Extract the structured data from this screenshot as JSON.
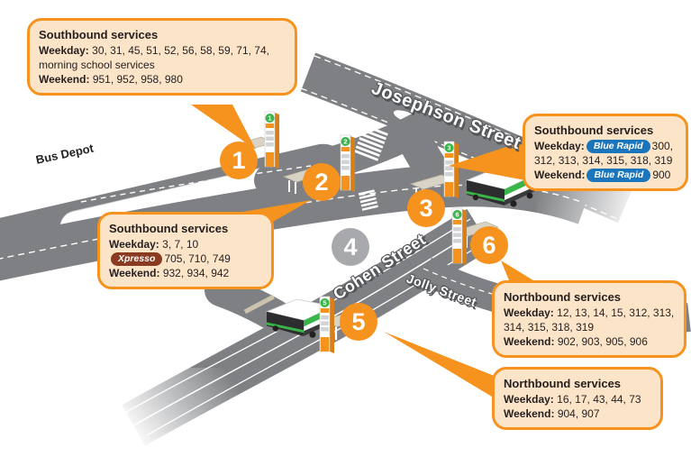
{
  "map": {
    "streets": [
      {
        "name": "Josephson Street"
      },
      {
        "name": "Cohen Street"
      },
      {
        "name": "Jolly Street"
      }
    ],
    "areas": [
      {
        "name": "Bus Depot"
      }
    ],
    "stops": [
      {
        "number": "1"
      },
      {
        "number": "2"
      },
      {
        "number": "3"
      },
      {
        "number": "4"
      },
      {
        "number": "5"
      },
      {
        "number": "6"
      }
    ]
  },
  "callouts": [
    {
      "title": "Southbound services",
      "weekday_label": "Weekday:",
      "weekday_services": "30, 31, 45, 51, 52, 56, 58, 59, 71, 74, morning school services",
      "weekend_label": "Weekend:",
      "weekend_services": "951, 952, 958, 980"
    },
    {
      "title": "Southbound services",
      "weekday_label": "Weekday:",
      "weekday_badge": "Blue Rapid",
      "weekday_services": "300, 312, 313, 314, 315, 318, 319",
      "weekend_label": "Weekend:",
      "weekend_badge": "Blue Rapid",
      "weekend_services": "900"
    },
    {
      "title": "Southbound services",
      "weekday_label": "Weekday:",
      "weekday_services": "3, 7, 10",
      "xpresso_badge": "Xpresso",
      "xpresso_services": "705, 710, 749",
      "weekend_label": "Weekend:",
      "weekend_services": "932, 934, 942"
    },
    {
      "title": "Northbound services",
      "weekday_label": "Weekday:",
      "weekday_services": "12, 13, 14, 15, 312, 313, 314, 315, 318, 319",
      "weekend_label": "Weekend:",
      "weekend_services": "902, 903, 905, 906"
    },
    {
      "title": "Northbound services",
      "weekday_label": "Weekday:",
      "weekday_services": "16, 17, 43, 44, 73",
      "weekend_label": "Weekend:",
      "weekend_services": "904, 907"
    }
  ],
  "colors": {
    "accent_orange": "#F6921E",
    "callout_fill": "#FCE4C8",
    "road_gray": "#7E8083",
    "inactive_stop_gray": "#A7A9AC",
    "stop_sign_green": "#39B54A",
    "blue_rapid_badge": "#1B75BC",
    "xpresso_badge": "#8A3B22"
  }
}
